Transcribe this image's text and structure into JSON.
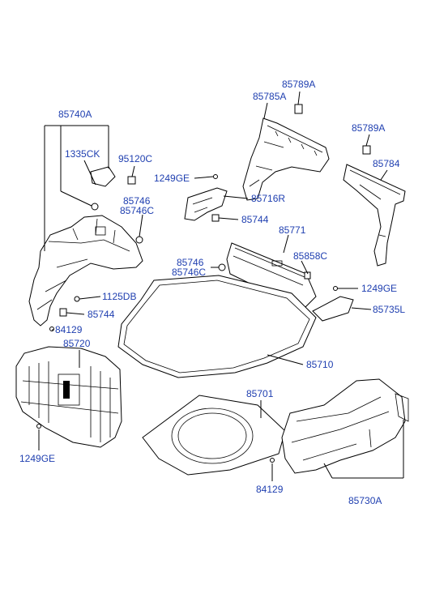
{
  "labels": {
    "l_85789A_top": "85789A",
    "l_85785A": "85785A",
    "l_85789A_right": "85789A",
    "l_85784": "85784",
    "l_85740A": "85740A",
    "l_1335CK": "1335CK",
    "l_95120C": "95120C",
    "l_1249GE_mid": "1249GE",
    "l_85716R": "85716R",
    "l_85746_a": "85746",
    "l_85746C_a": "85746C",
    "l_85744_mid": "85744",
    "l_85771": "85771",
    "l_85746_b": "85746",
    "l_85746C_b": "85746C",
    "l_85858C": "85858C",
    "l_1249GE_right": "1249GE",
    "l_1125DB": "1125DB",
    "l_85735L": "85735L",
    "l_85744_left": "85744",
    "l_84129_left": "84129",
    "l_85720": "85720",
    "l_85710": "85710",
    "l_85701": "85701",
    "l_1249GE_left": "1249GE",
    "l_84129_bottom": "84129",
    "l_85730A": "85730A"
  }
}
